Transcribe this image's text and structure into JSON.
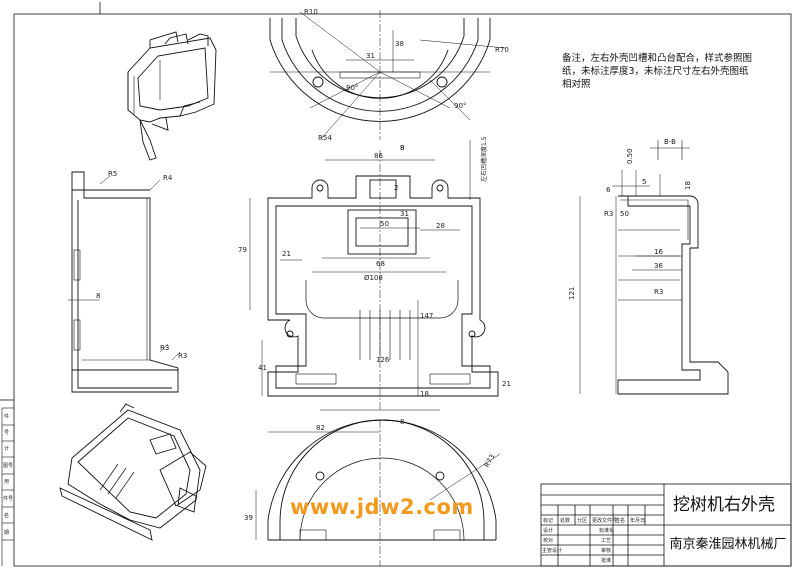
{
  "title_block": {
    "part_name": "挖树机右外壳",
    "company": "南京秦淮园林机械厂",
    "header_cells": [
      "标记",
      "处数",
      "分区",
      "更改文件号",
      "签名",
      "年月日"
    ],
    "role_cells": [
      "设计",
      "校对",
      "主管设计"
    ],
    "stage_cells": [
      "标准化",
      "工艺",
      "审核",
      "批准"
    ],
    "left_margin_labels": [
      "件",
      "号",
      "计",
      "图号",
      "用",
      "件号",
      "名",
      "期"
    ]
  },
  "note": "备注，左右外壳凹槽和凸台配合，样式参照图纸，未标注厚度3，未标注尺寸左右外壳图纸相对照",
  "watermark": "www.jdw2.com",
  "section_label": "B-B",
  "dimensions": {
    "top_view": [
      "R10",
      "38",
      "31",
      "R70",
      "90°",
      "90°",
      "R54",
      "8"
    ],
    "front_view": [
      "86",
      "2",
      "31",
      "50",
      "28",
      "79",
      "21",
      "68",
      "Ø108",
      "147",
      "126",
      "41",
      "18",
      "21",
      "8"
    ],
    "left_view": [
      "R5",
      "R4",
      "8",
      "R3",
      "R3"
    ],
    "side_section": [
      "0.50",
      "6",
      "5",
      "18",
      "R3",
      "50",
      "16",
      "36",
      "121",
      "R3"
    ],
    "side_label": "左右凹槽深度1.5",
    "bottom_view": [
      "82",
      "8",
      "R73",
      "39"
    ]
  }
}
